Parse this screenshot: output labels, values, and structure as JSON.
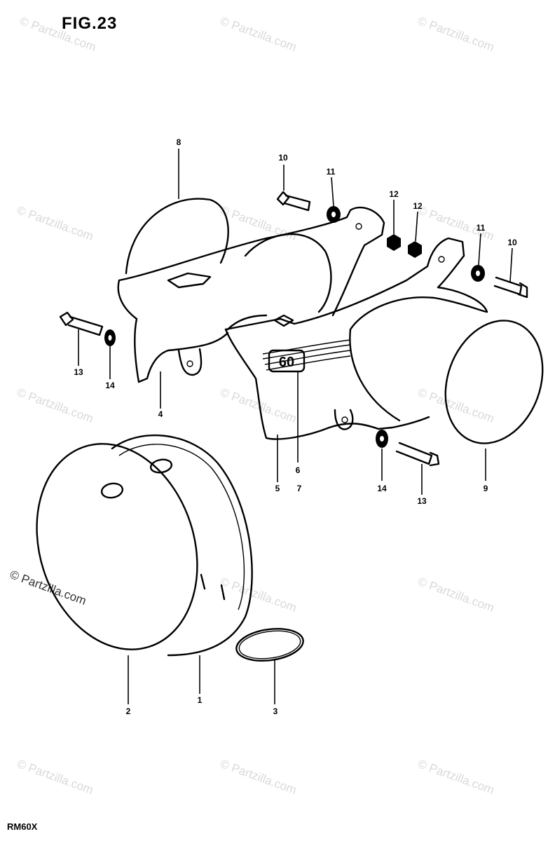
{
  "figure_title": "FIG.23",
  "model_code": "RM60X",
  "watermark_text": "© Partzilla.com",
  "callouts": [
    {
      "id": "c8",
      "text": "8"
    },
    {
      "id": "c10a",
      "text": "10"
    },
    {
      "id": "c11a",
      "text": "11"
    },
    {
      "id": "c12a",
      "text": "12"
    },
    {
      "id": "c12b",
      "text": "12"
    },
    {
      "id": "c11b",
      "text": "11"
    },
    {
      "id": "c10b",
      "text": "10"
    },
    {
      "id": "c13a",
      "text": "13"
    },
    {
      "id": "c14a",
      "text": "14"
    },
    {
      "id": "c4",
      "text": "4"
    },
    {
      "id": "c6",
      "text": "6"
    },
    {
      "id": "c7",
      "text": "7"
    },
    {
      "id": "c5",
      "text": "5"
    },
    {
      "id": "c14b",
      "text": "14"
    },
    {
      "id": "c13b",
      "text": "13"
    },
    {
      "id": "c9",
      "text": "9"
    },
    {
      "id": "c2",
      "text": "2"
    },
    {
      "id": "c1",
      "text": "1"
    },
    {
      "id": "c3",
      "text": "3"
    }
  ],
  "emblem_text": "60"
}
